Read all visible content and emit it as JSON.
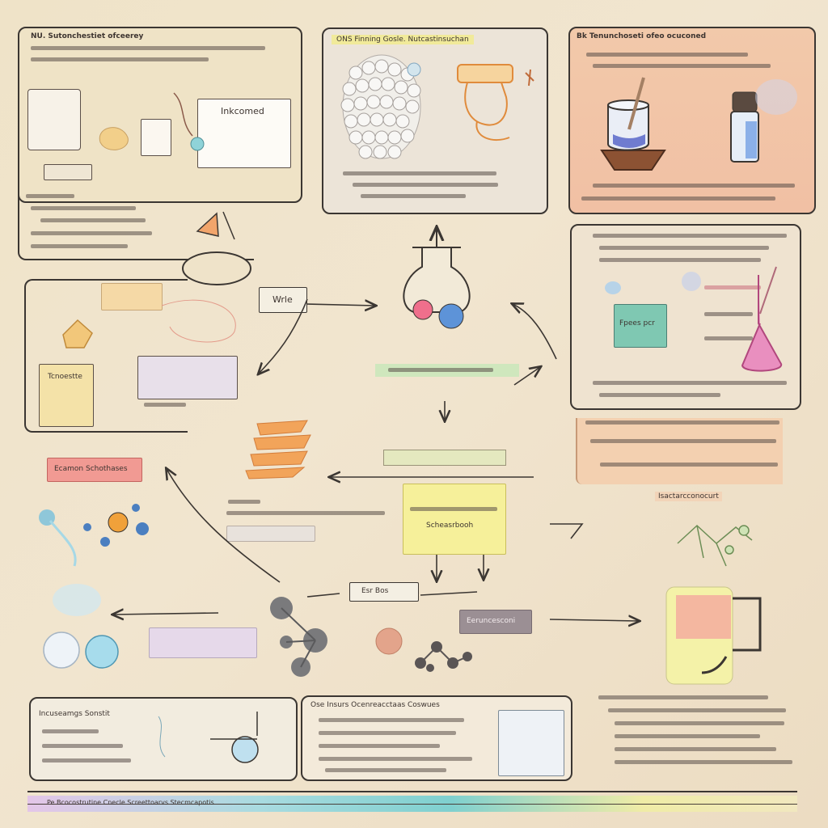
{
  "colors": {
    "ink": "#3b3632",
    "peach": "#f2c3a6",
    "mint": "#b9e3d2",
    "yellow": "#f3ef9a",
    "pink": "#e79ab8",
    "blue": "#8fc0e2",
    "orange": "#e8a05c"
  },
  "panels": {
    "top_left": {
      "heading": "NU. Sutonchestiet ofceerey",
      "box_label": "Inkcomed"
    },
    "top_mid": {
      "heading": "ONS Finning Gosle. Nutcastinsuchan"
    },
    "top_right": {
      "heading": "Bk Tenunchoseti ofeo ocuconed"
    },
    "mid_left": {
      "note": "Tcnoestte"
    },
    "mid_right": {
      "box_label": "Fpees pcr"
    },
    "bottom_left": {
      "heading": "Incuseamgs Sonstit"
    },
    "bottom_mid": {
      "heading": "Ose Insurs Ocenreacctaas Coswues"
    }
  },
  "labels": {
    "center_tag": "Wrle",
    "red_tag": "Ecamon Schothases",
    "rest_label": "Eeruncesconi",
    "small_tag": "Esr Bos",
    "yellow_sub": "Scheasrbooh",
    "right_caption": "Isactarcconocurt"
  },
  "footer": {
    "text": "Pe Bcocostrutine Cnecle Screettoarvs Stecmcapotis"
  }
}
